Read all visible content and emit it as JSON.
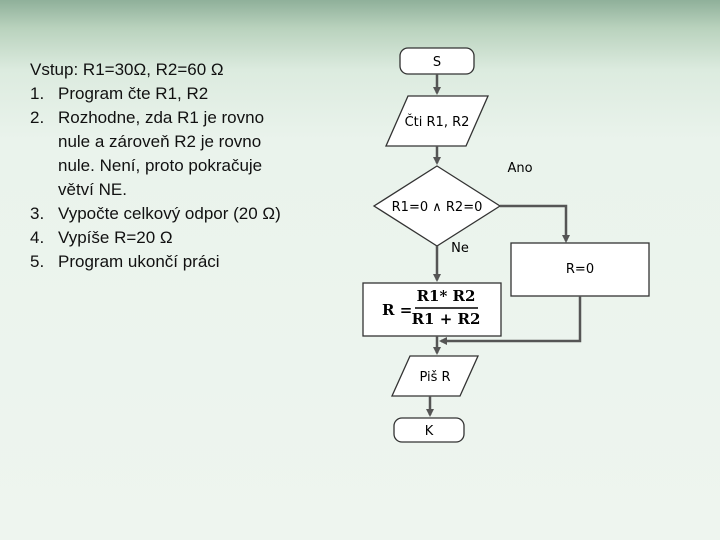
{
  "text_panel": {
    "input_line": "Vstup: R1=30Ω, R2=60 Ω",
    "steps": [
      {
        "number": "1.",
        "lines": [
          "Program čte R1, R2"
        ]
      },
      {
        "number": "2.",
        "lines": [
          "Rozhodne, zda R1 je rovno",
          "nule a zároveň R2 je rovno",
          "nule. Není, proto pokračuje",
          "větví NE."
        ]
      },
      {
        "number": "3.",
        "lines": [
          "Vypočte celkový odpor (20 Ω)"
        ]
      },
      {
        "number": "4.",
        "lines": [
          "Vypíše R=20 Ω"
        ]
      },
      {
        "number": "5.",
        "lines": [
          "Program ukončí práci"
        ]
      }
    ]
  },
  "flowchart": {
    "start_label": "S",
    "input_label": "Čti R1, R2",
    "decision_label": "R1=0 ∧ R2=0",
    "yes_label": "Ano",
    "no_label": "Ne",
    "yes_branch_label": "R=0",
    "formula": {
      "lhs": "R =",
      "numerator": "R1* R2",
      "denominator": "R1 + R2"
    },
    "output_label": "Piš R",
    "end_label": "K"
  }
}
